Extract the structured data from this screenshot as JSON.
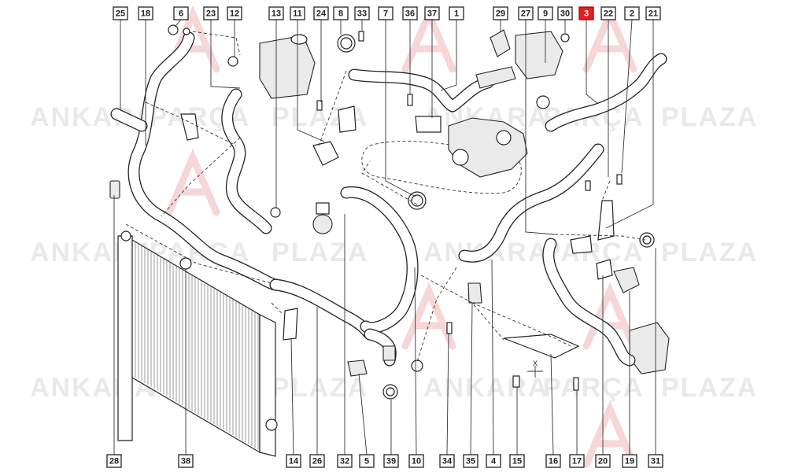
{
  "watermark": {
    "brand_left": "ANKARA",
    "brand_mid": "PARÇA",
    "brand_right": "PLAZA",
    "logo_color": "#f4cccc",
    "text_color": "#e6e6e6"
  },
  "highlight_color": "#e02020",
  "top_labels": [
    "25",
    "18",
    "6",
    "23",
    "12",
    "13",
    "11",
    "24",
    "8",
    "33",
    "7",
    "36",
    "37",
    "1",
    "29",
    "9",
    "30",
    "3",
    "22",
    "2",
    "21"
  ],
  "bottom_labels": [
    "28",
    "38",
    "14",
    "26",
    "32",
    "5",
    "39",
    "10",
    "34",
    "35",
    "4",
    "15",
    "16",
    "17",
    "20",
    "19",
    "31"
  ],
  "highlighted_label": "3",
  "dimension_mark": "X"
}
